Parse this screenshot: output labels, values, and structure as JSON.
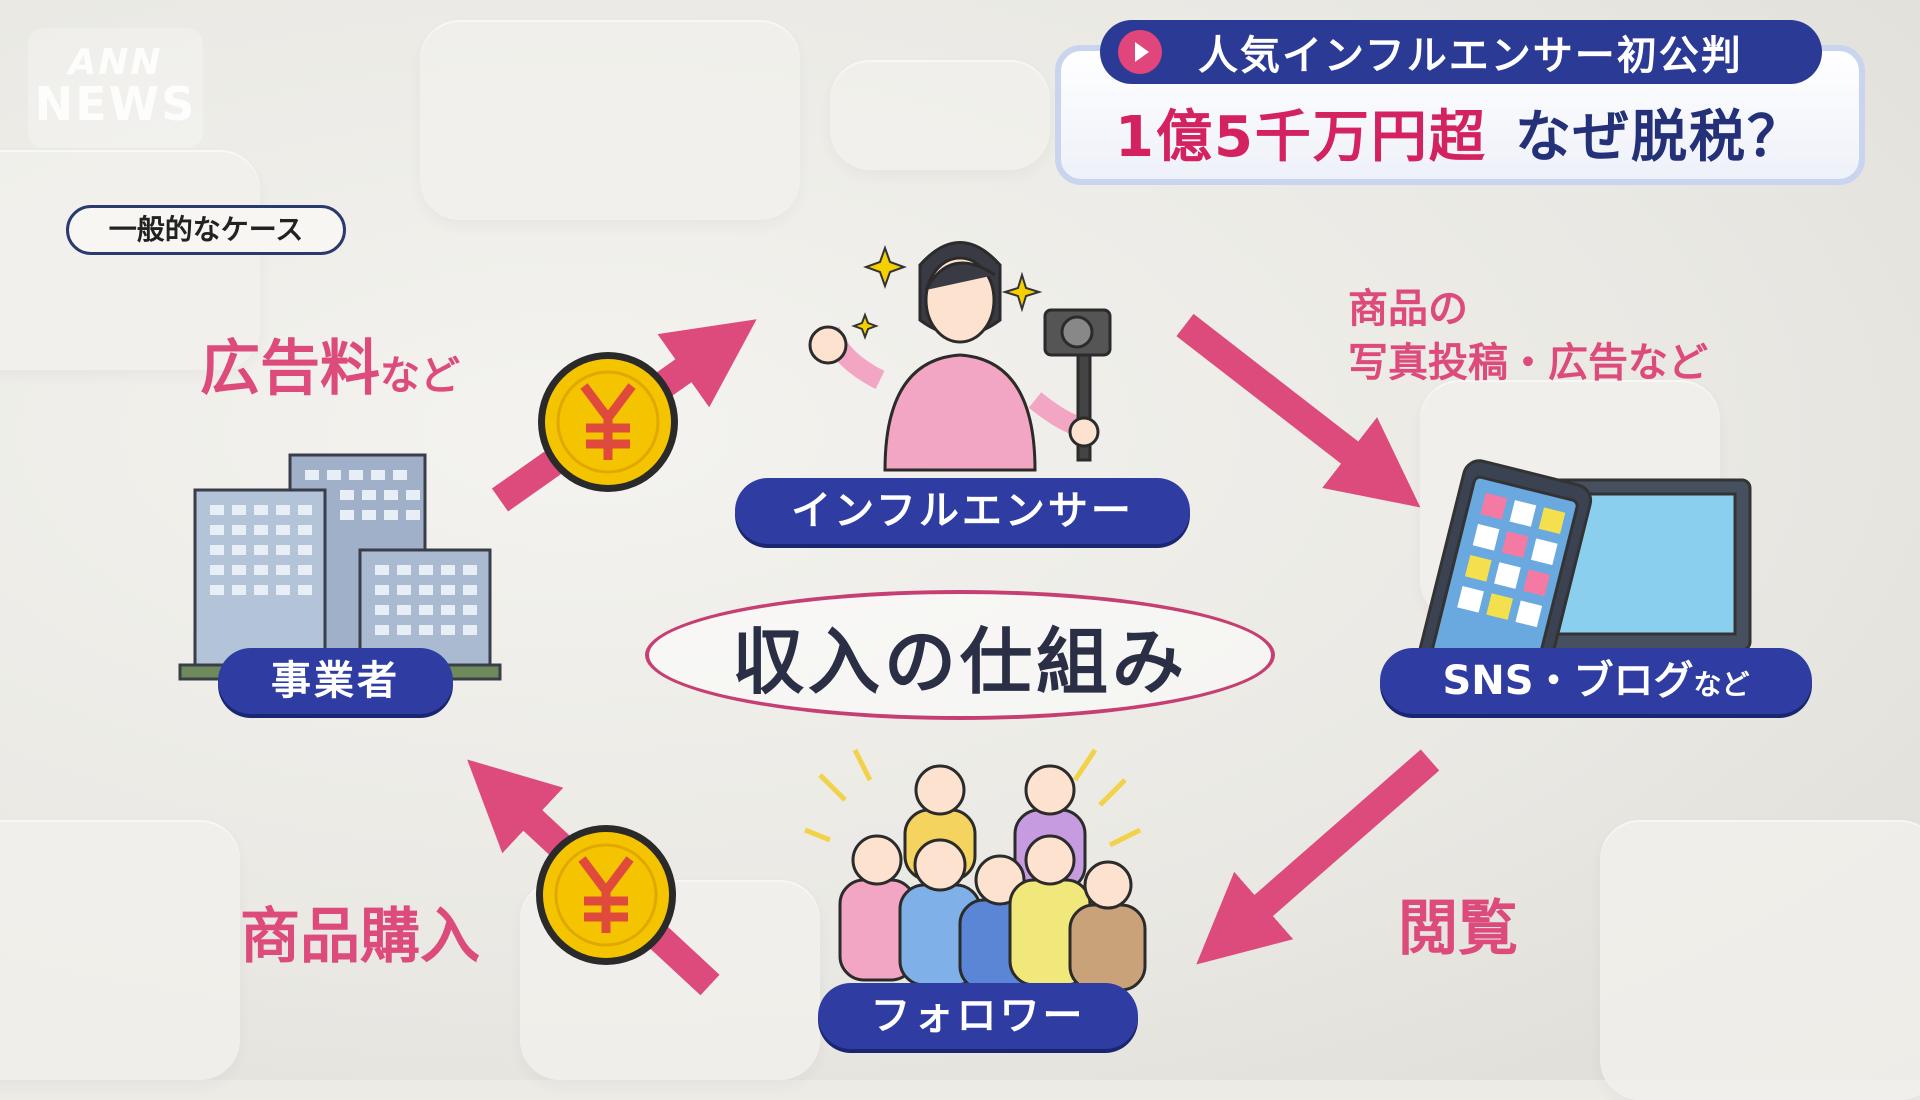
{
  "logo": {
    "line1": "ANN",
    "line2": "NEWS"
  },
  "headline": {
    "tag": "人気インフルエンサー初公判",
    "main_red": "1億5千万円超",
    "main_navy": "なぜ脱税？"
  },
  "case_label": "一般的なケース",
  "center_title": "収入の仕組み",
  "nodes": {
    "influencer": "インフルエンサー",
    "business": "事業者",
    "sns_main": "SNS・ブログ",
    "sns_suffix": "など",
    "followers": "フォロワー"
  },
  "flows": {
    "ad_fee_main": "広告料",
    "ad_fee_suffix": "など",
    "product_line1": "商品の",
    "product_line2": "写真投稿・広告など",
    "browse": "閲覧",
    "purchase": "商品購入"
  },
  "icons": [
    "play-icon",
    "yen-coin-icon",
    "office-building-icon",
    "camera-icon",
    "smartphone-icon",
    "laptop-icon",
    "sparkle-icon"
  ],
  "colors": {
    "navy": "#2f3da3",
    "pink": "#dd4a7c",
    "red": "#d4215f",
    "coin": "#f5c400"
  }
}
